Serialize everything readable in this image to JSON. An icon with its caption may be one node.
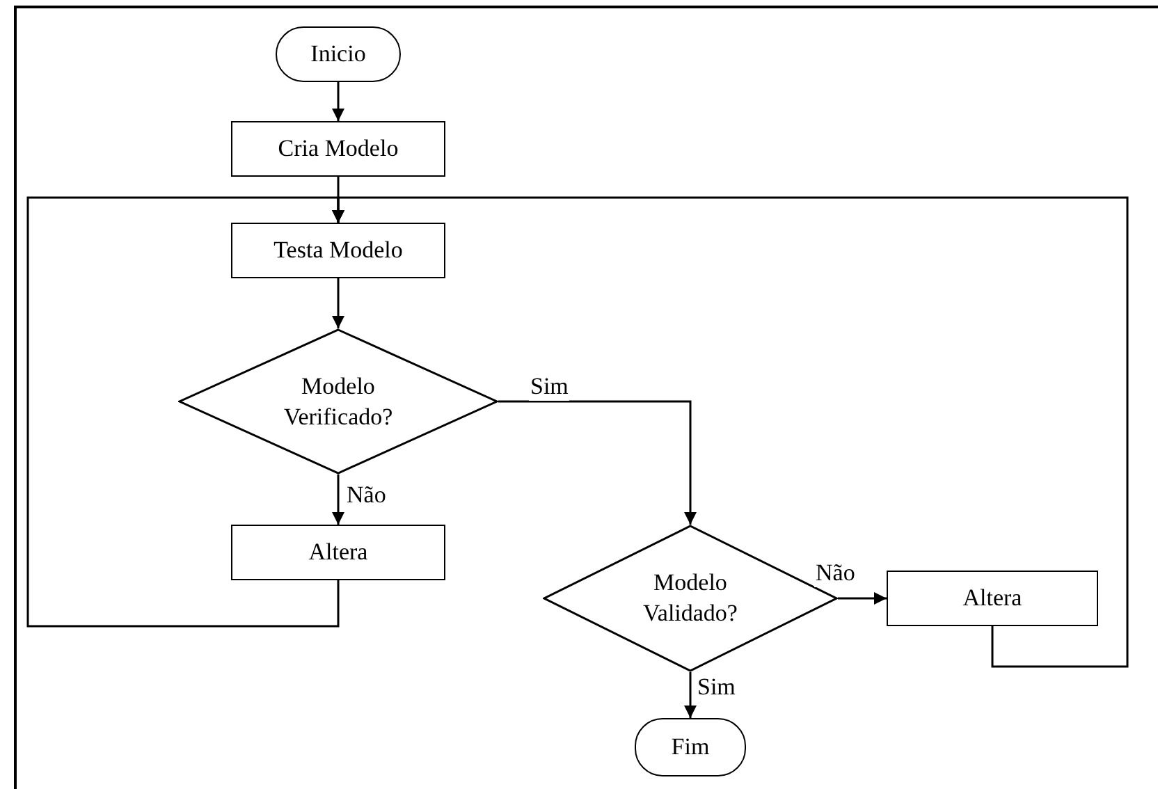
{
  "diagram": {
    "nodes": [
      {
        "text": [
          "Inicio"
        ]
      },
      {
        "text": [
          "Cria Modelo"
        ]
      },
      {
        "text": [
          "Testa Modelo"
        ]
      },
      {
        "text": [
          "Modelo Verificado?"
        ]
      },
      {
        "text": [
          "Altera"
        ]
      },
      {
        "text": [
          "Modelo Validado?"
        ]
      },
      {
        "text": [
          "Altera"
        ]
      },
      {
        "text": [
          "Fim"
        ]
      }
    ],
    "edges": [
      {
        "from": 0,
        "to": 1,
        "arrow": "to"
      },
      {
        "from": 1,
        "to": 2,
        "arrow": "to"
      },
      {
        "from": 2,
        "to": 3,
        "arrow": "to"
      },
      {
        "from": 3,
        "to": 4,
        "label": "Não",
        "arrow": "to"
      },
      {
        "from": 3,
        "to": 5,
        "label": "Sim",
        "arrow": "to"
      },
      {
        "from": 4,
        "to": 2,
        "arrow": "to"
      },
      {
        "from": 5,
        "to": 6,
        "label": "Não",
        "arrow": "to"
      },
      {
        "from": 6,
        "to": 2,
        "arrow": "to"
      },
      {
        "from": 5,
        "to": 7,
        "label": "Sim",
        "arrow": "to"
      }
    ]
  }
}
